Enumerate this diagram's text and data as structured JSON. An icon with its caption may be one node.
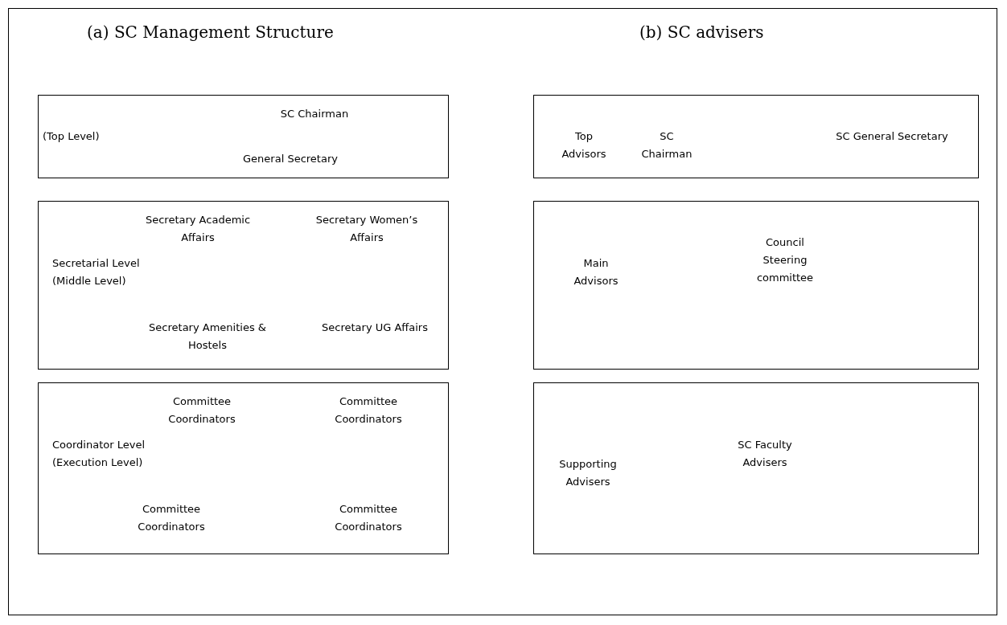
{
  "diagram": {
    "nodes": [
      {
        "text": [
          "SC Chairman",
          "(Top Level)",
          "General Secretary"
        ]
      },
      {
        "text": [
          "Secretary Academic Affairs",
          "Secretary Women’s Affairs",
          "Secretarial Level (Middle Level)",
          "Secretary Amenities & Hostels",
          "Secretary UG Affairs"
        ]
      },
      {
        "text": [
          "Committee Coordinators",
          "Committee Coordinators",
          "Coordinator Level (Execution Level)",
          "Committee Coordinators",
          "Committee Coordinators"
        ]
      },
      {
        "text": [
          "Top Advisors",
          "SC Chairman",
          "SC General Secretary"
        ]
      },
      {
        "text": [
          "Main Advisors",
          "Council Steering committee"
        ]
      },
      {
        "text": [
          "Supporting Advisers",
          "SC Faculty Advisers"
        ]
      }
    ],
    "edges": [],
    "labels": [
      "(a) SC Management Structure",
      "(b) SC advisers"
    ]
  }
}
